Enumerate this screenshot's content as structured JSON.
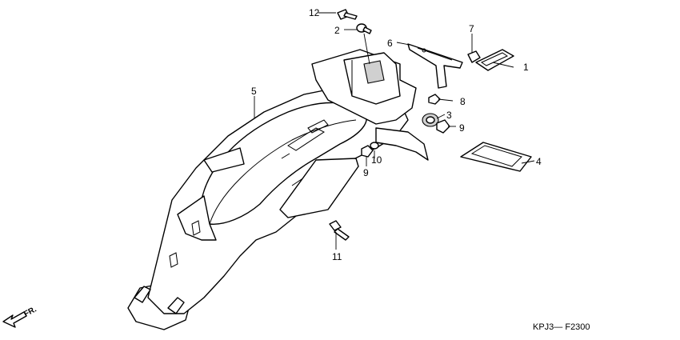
{
  "callouts": [
    "12",
    "2",
    "6",
    "7",
    "1",
    "5",
    "8",
    "3",
    "9",
    "9",
    "10",
    "4",
    "11"
  ],
  "direction_marker": "FR.",
  "drawing_code": "KPJ3— F2300"
}
